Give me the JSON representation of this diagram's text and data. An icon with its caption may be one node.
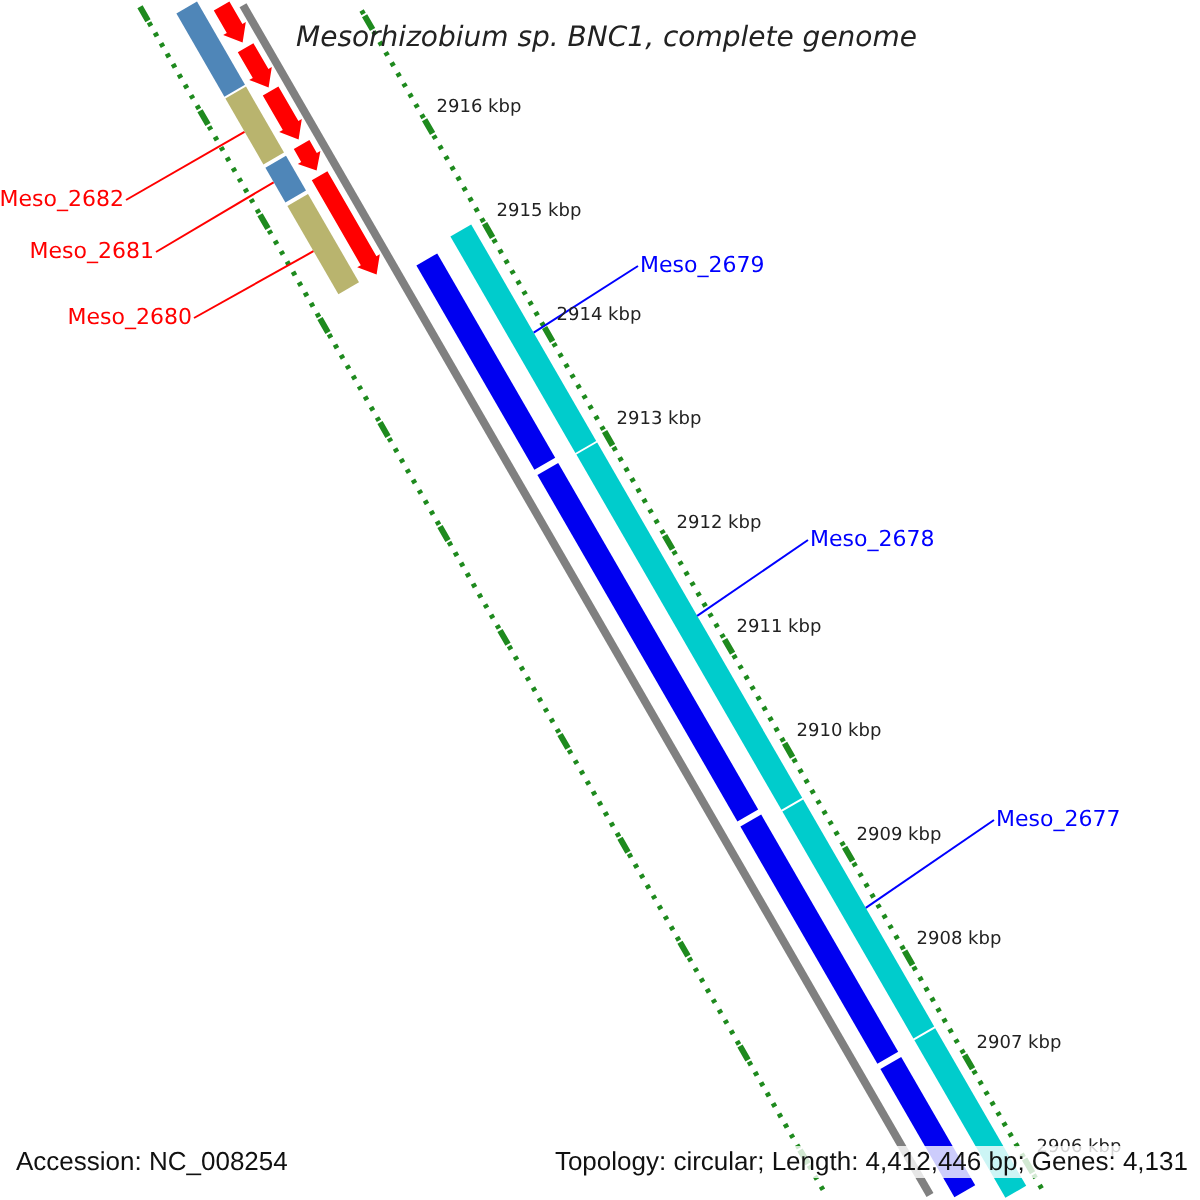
{
  "diagram": {
    "title": "Mesorhizobium sp. BNC1, complete genome",
    "nodes": [
      {
        "text": [
          "Meso_2682"
        ]
      },
      {
        "text": [
          "Meso_2681"
        ]
      },
      {
        "text": [
          "Meso_2680"
        ]
      },
      {
        "text": [
          "Meso_2679"
        ]
      },
      {
        "text": [
          "Meso_2678"
        ]
      },
      {
        "text": [
          "Meso_2677"
        ]
      },
      {
        "text": [],
        "shape": "bar"
      },
      {
        "text": [],
        "shape": "bar"
      },
      {
        "text": [],
        "shape": "bar"
      },
      {
        "text": [],
        "shape": "bar"
      },
      {
        "text": [],
        "shape": "bar"
      },
      {
        "text": [],
        "shape": "bar"
      },
      {
        "text": [],
        "shape": "bar"
      },
      {
        "text": [],
        "shape": "bar"
      },
      {
        "text": [],
        "shape": "bar"
      },
      {
        "text": [],
        "shape": "bar"
      },
      {
        "text": [],
        "shape": "bar"
      },
      {
        "text": [],
        "shape": "bar"
      },
      {
        "text": [],
        "shape": "arrow"
      },
      {
        "text": [],
        "shape": "arrow"
      },
      {
        "text": [],
        "shape": "arrow"
      },
      {
        "text": [],
        "shape": "arrow"
      },
      {
        "text": [],
        "shape": "arrow"
      }
    ],
    "edges": [
      {
        "from": 0,
        "to": 6,
        "arrow": "none",
        "color": "#ff0000"
      },
      {
        "from": 1,
        "to": 7,
        "arrow": "none",
        "color": "#ff0000"
      },
      {
        "from": 2,
        "to": 8,
        "arrow": "none",
        "color": "#ff0000"
      },
      {
        "from": 3,
        "to": 9,
        "arrow": "none",
        "color": "#0000ff"
      },
      {
        "from": 4,
        "to": 10,
        "arrow": "none",
        "color": "#0000ff"
      },
      {
        "from": 5,
        "to": 11,
        "arrow": "none",
        "color": "#0000ff"
      }
    ],
    "labels": [
      "2916 kbp",
      "2915 kbp",
      "2914 kbp",
      "2913 kbp",
      "2912 kbp",
      "2911 kbp",
      "2910 kbp",
      "2909 kbp",
      "2908 kbp",
      "2907 kbp",
      "2906 kbp",
      "Accession: NC_008254",
      "Topology: circular; Length: 4,412,446 bp; Genes: 4,131"
    ]
  }
}
